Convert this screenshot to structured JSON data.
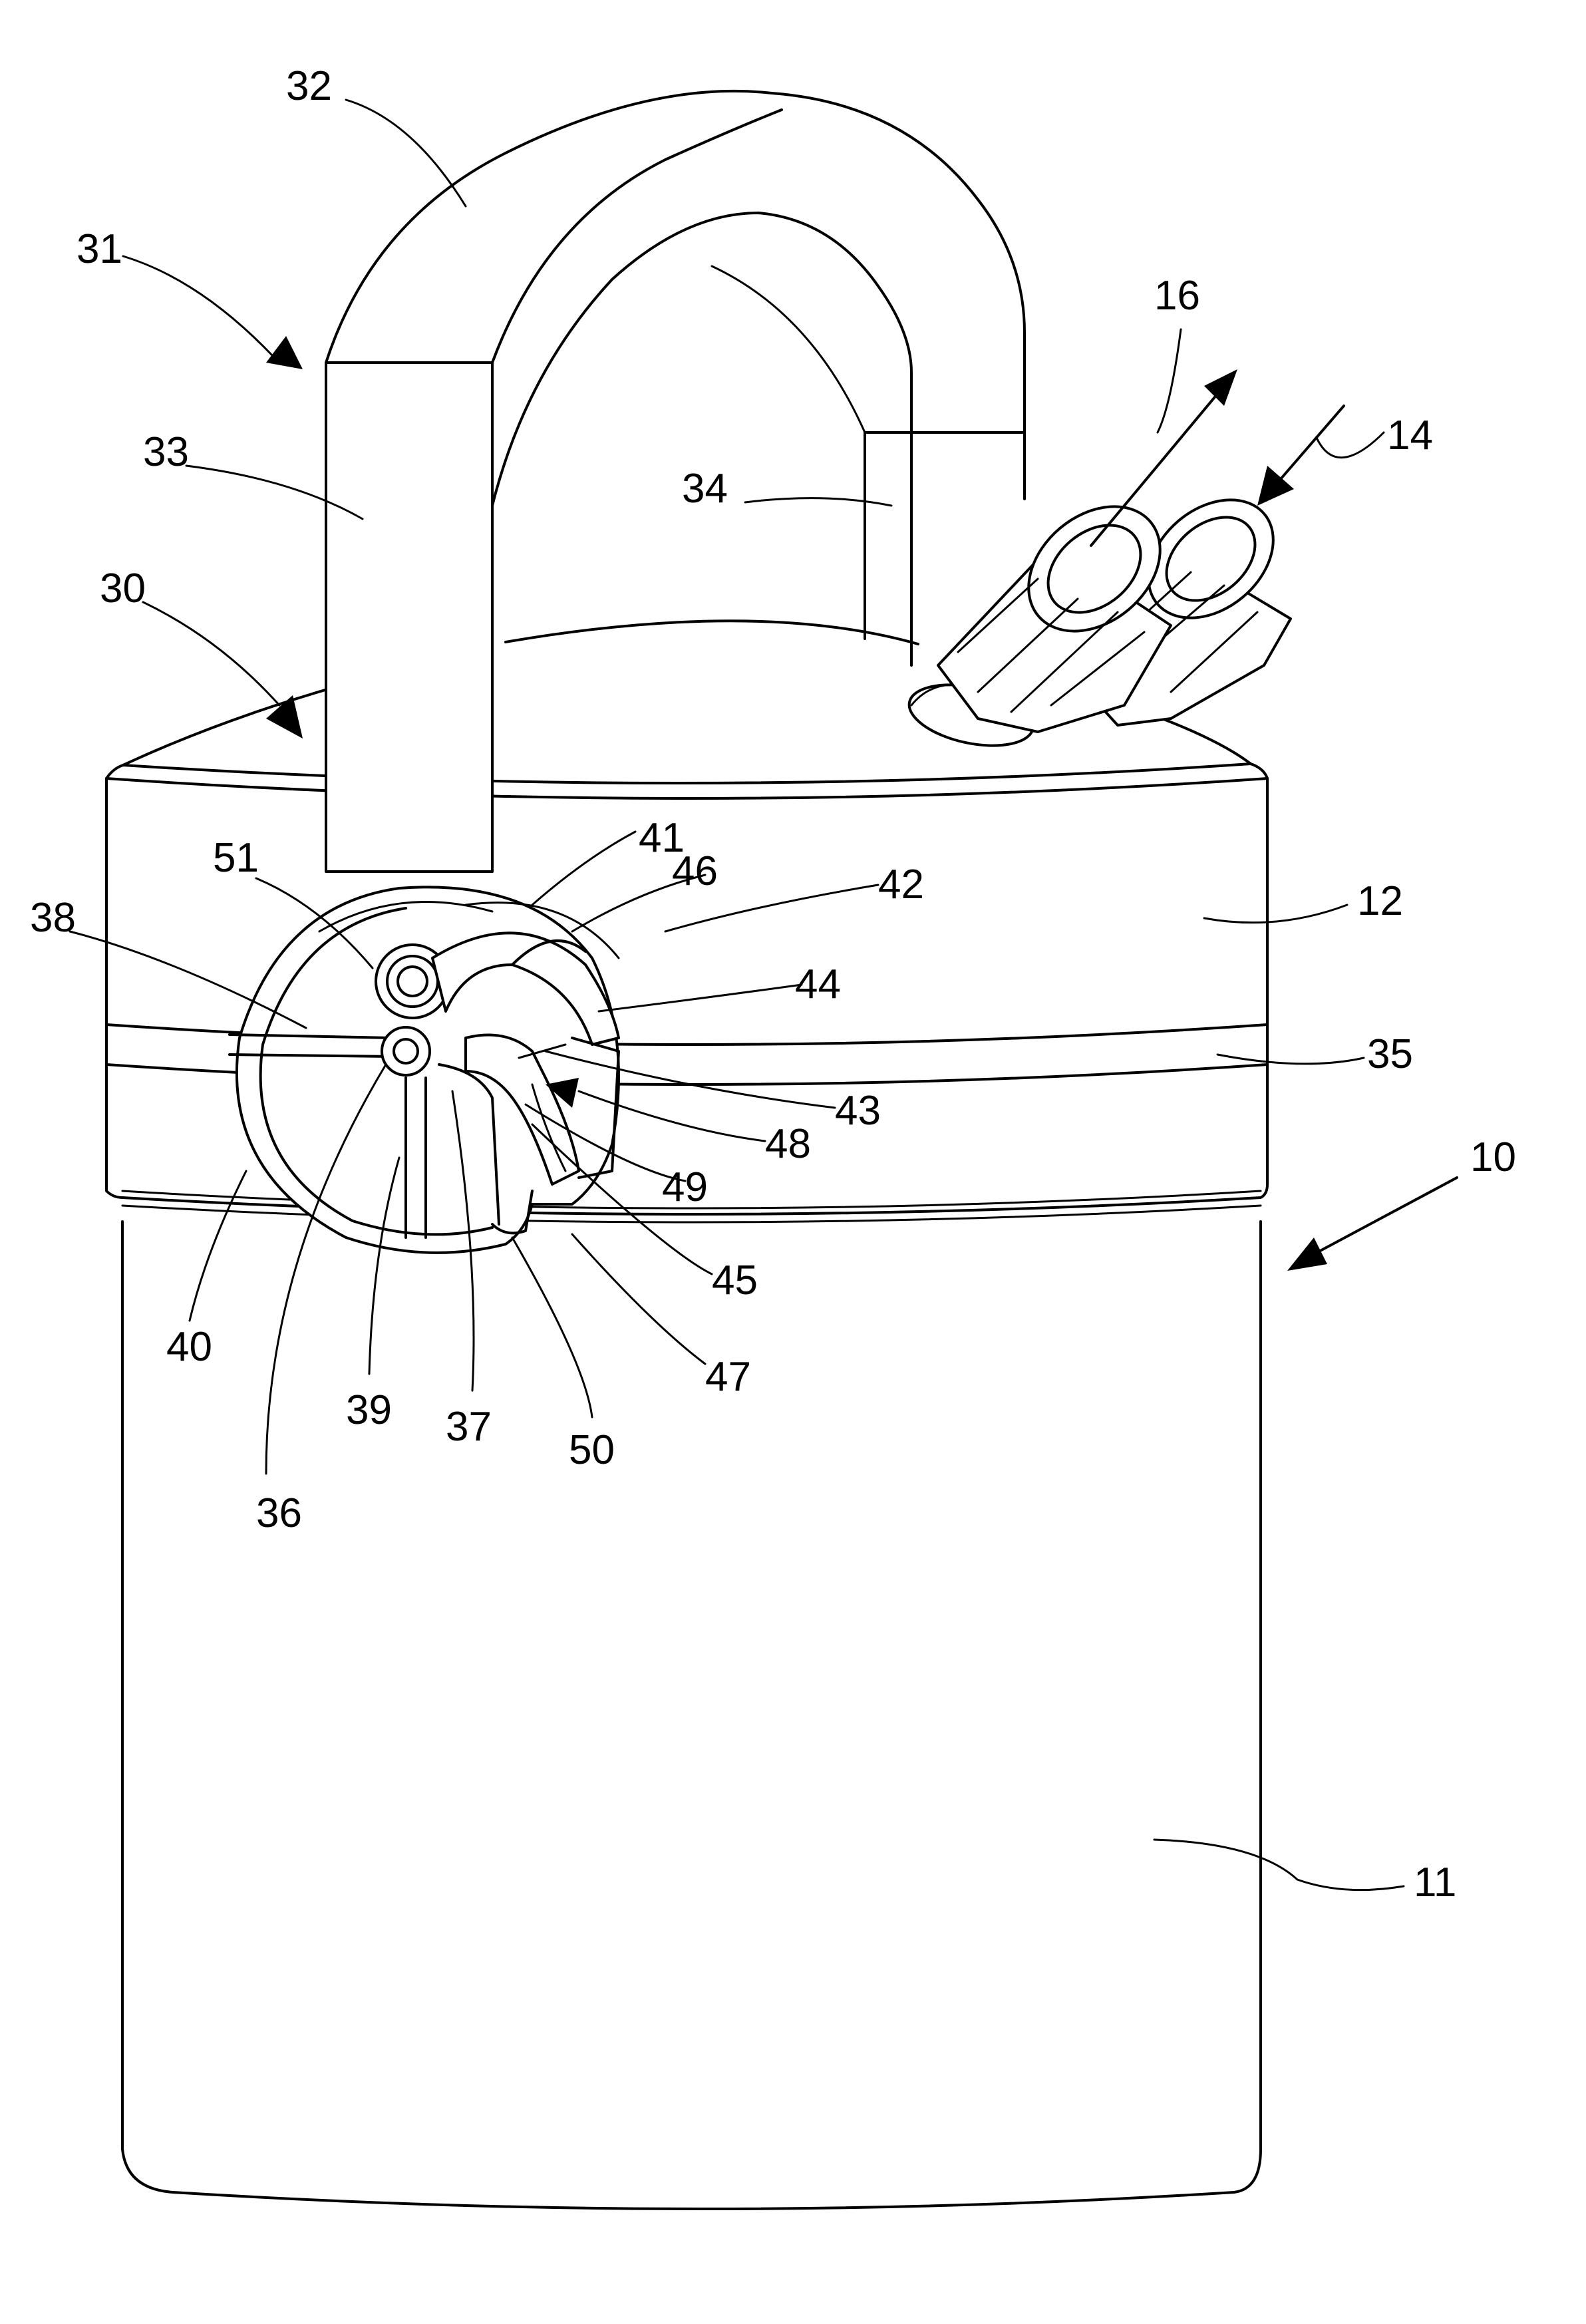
{
  "labels": {
    "l10": "10",
    "l11": "11",
    "l12": "12",
    "l14": "14",
    "l16": "16",
    "l30": "30",
    "l31": "31",
    "l32": "32",
    "l33": "33",
    "l34": "34",
    "l35": "35",
    "l36": "36",
    "l37": "37",
    "l38": "38",
    "l39": "39",
    "l40": "40",
    "l41": "41",
    "l42": "42",
    "l43": "43",
    "l44": "44",
    "l45": "45",
    "l46": "46",
    "l47": "47",
    "l48": "48",
    "l49": "49",
    "l50": "50",
    "l51": "51"
  }
}
